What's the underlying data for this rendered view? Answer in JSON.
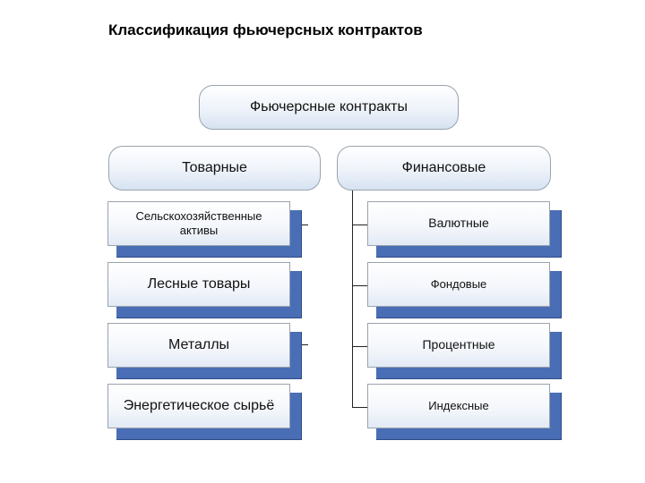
{
  "title": "Классификация фьючерсных контрактов",
  "root": {
    "label": "Фьючерсные контракты"
  },
  "branches": [
    {
      "label": "Товарные",
      "items": [
        "Сельскохозяйственные активы",
        "Лесные товары",
        "Металлы",
        "Энергетическое сырьё"
      ]
    },
    {
      "label": "Финансовые",
      "items": [
        "Валютные",
        "Фондовые",
        "Процентные",
        "Индексные"
      ]
    }
  ],
  "colors": {
    "card_shadow": "#4a6eb5",
    "border": "#9aa3ad",
    "connector": "#222222"
  }
}
